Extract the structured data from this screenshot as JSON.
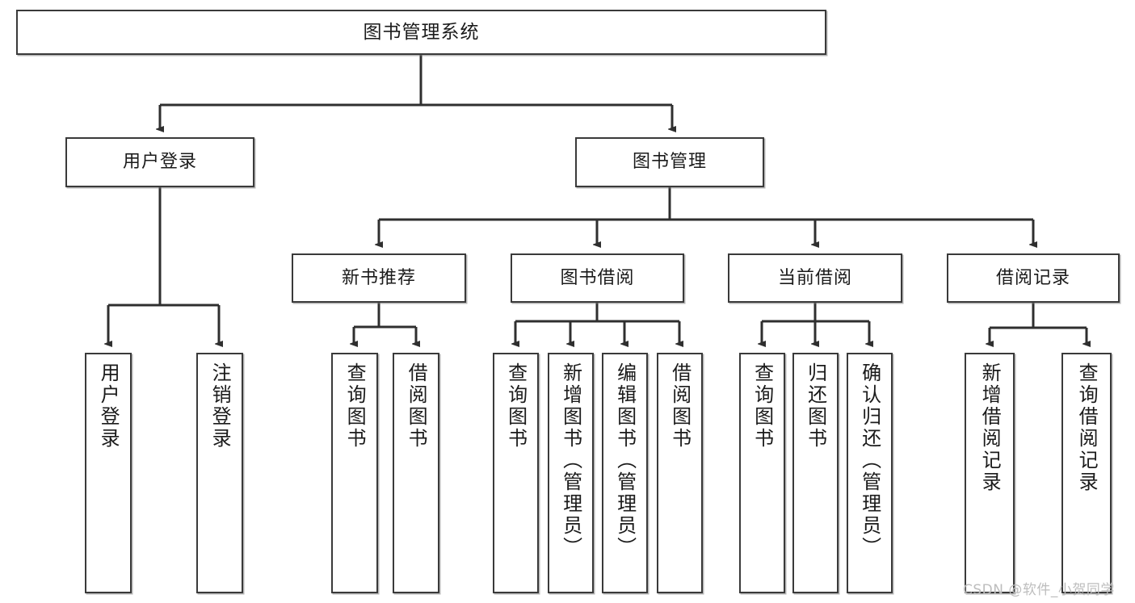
{
  "diagram": {
    "type": "tree-hierarchy",
    "title": "图书管理系统",
    "watermark": "CSDN @软件_小贺同学",
    "colors": {
      "box_border": "#3a3a3a",
      "box_fill": "#ffffff",
      "connector": "#2f2f2f",
      "text": "#1b1b1b",
      "watermark": "#bdbdbd"
    },
    "root": {
      "label": "图书管理系统"
    },
    "level1": [
      {
        "label": "用户登录"
      },
      {
        "label": "图书管理"
      }
    ],
    "level2": [
      {
        "label": "新书推荐"
      },
      {
        "label": "图书借阅"
      },
      {
        "label": "当前借阅"
      },
      {
        "label": "借阅记录"
      }
    ],
    "leaves": {
      "user_login": [
        {
          "label": "用户登录"
        },
        {
          "label": "注销登录"
        }
      ],
      "new_book_recommend": [
        {
          "label": "查询图书"
        },
        {
          "label": "借阅图书"
        }
      ],
      "book_borrow": [
        {
          "label": "查询图书"
        },
        {
          "label": "新增图书（管理员）"
        },
        {
          "label": "编辑图书（管理员）"
        },
        {
          "label": "借阅图书"
        }
      ],
      "current_borrow": [
        {
          "label": "查询图书"
        },
        {
          "label": "归还图书"
        },
        {
          "label": "确认归还（管理员）"
        }
      ],
      "borrow_records": [
        {
          "label": "新增借阅记录"
        },
        {
          "label": "查询借阅记录"
        }
      ]
    }
  }
}
